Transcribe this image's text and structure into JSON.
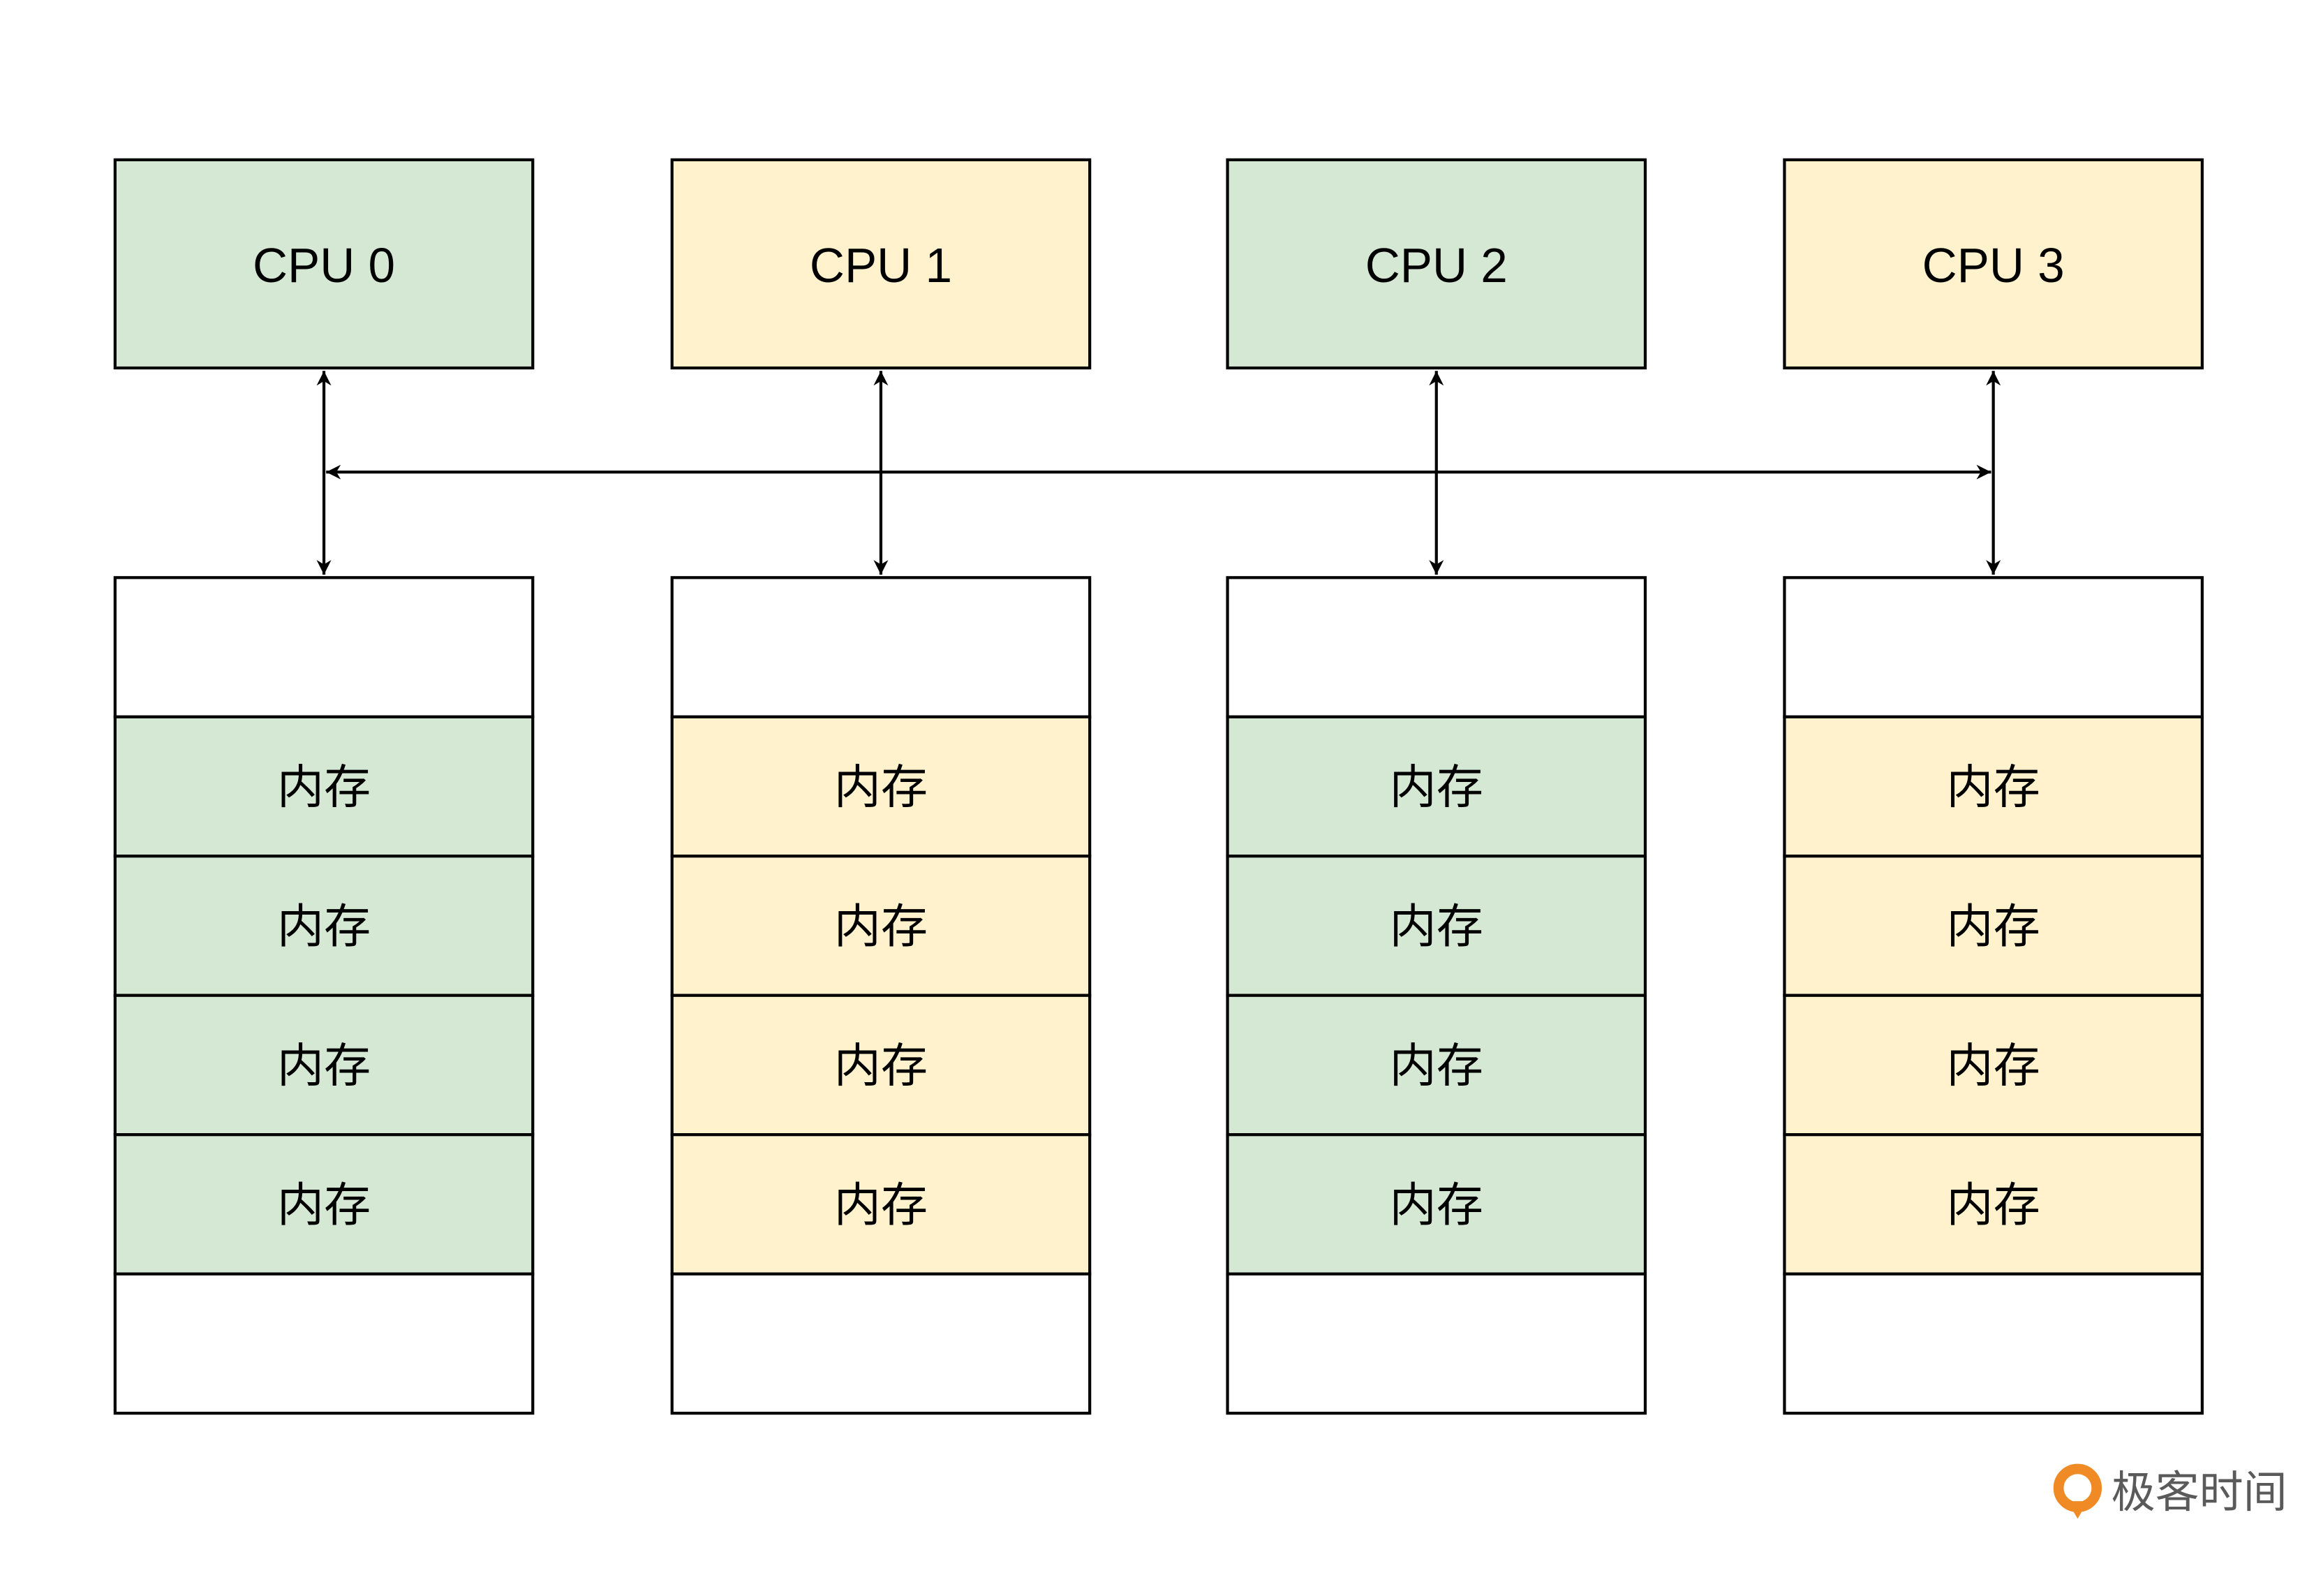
{
  "colors": {
    "green": "#d5e8d4",
    "yellow": "#fff2cc",
    "logo_orange": "#f08a24"
  },
  "cpus": [
    {
      "label": "CPU 0",
      "color": "#d5e8d4"
    },
    {
      "label": "CPU 1",
      "color": "#fff2cc"
    },
    {
      "label": "CPU 2",
      "color": "#d5e8d4"
    },
    {
      "label": "CPU 3",
      "color": "#fff2cc"
    }
  ],
  "memory_banks": [
    {
      "color": "#d5e8d4",
      "cells": [
        "内存",
        "内存",
        "内存",
        "内存"
      ]
    },
    {
      "color": "#fff2cc",
      "cells": [
        "内存",
        "内存",
        "内存",
        "内存"
      ]
    },
    {
      "color": "#d5e8d4",
      "cells": [
        "内存",
        "内存",
        "内存",
        "内存"
      ]
    },
    {
      "color": "#fff2cc",
      "cells": [
        "内存",
        "内存",
        "内存",
        "内存"
      ]
    }
  ],
  "logo": {
    "text": "极客时间",
    "icon": "geektime-logo-icon"
  }
}
